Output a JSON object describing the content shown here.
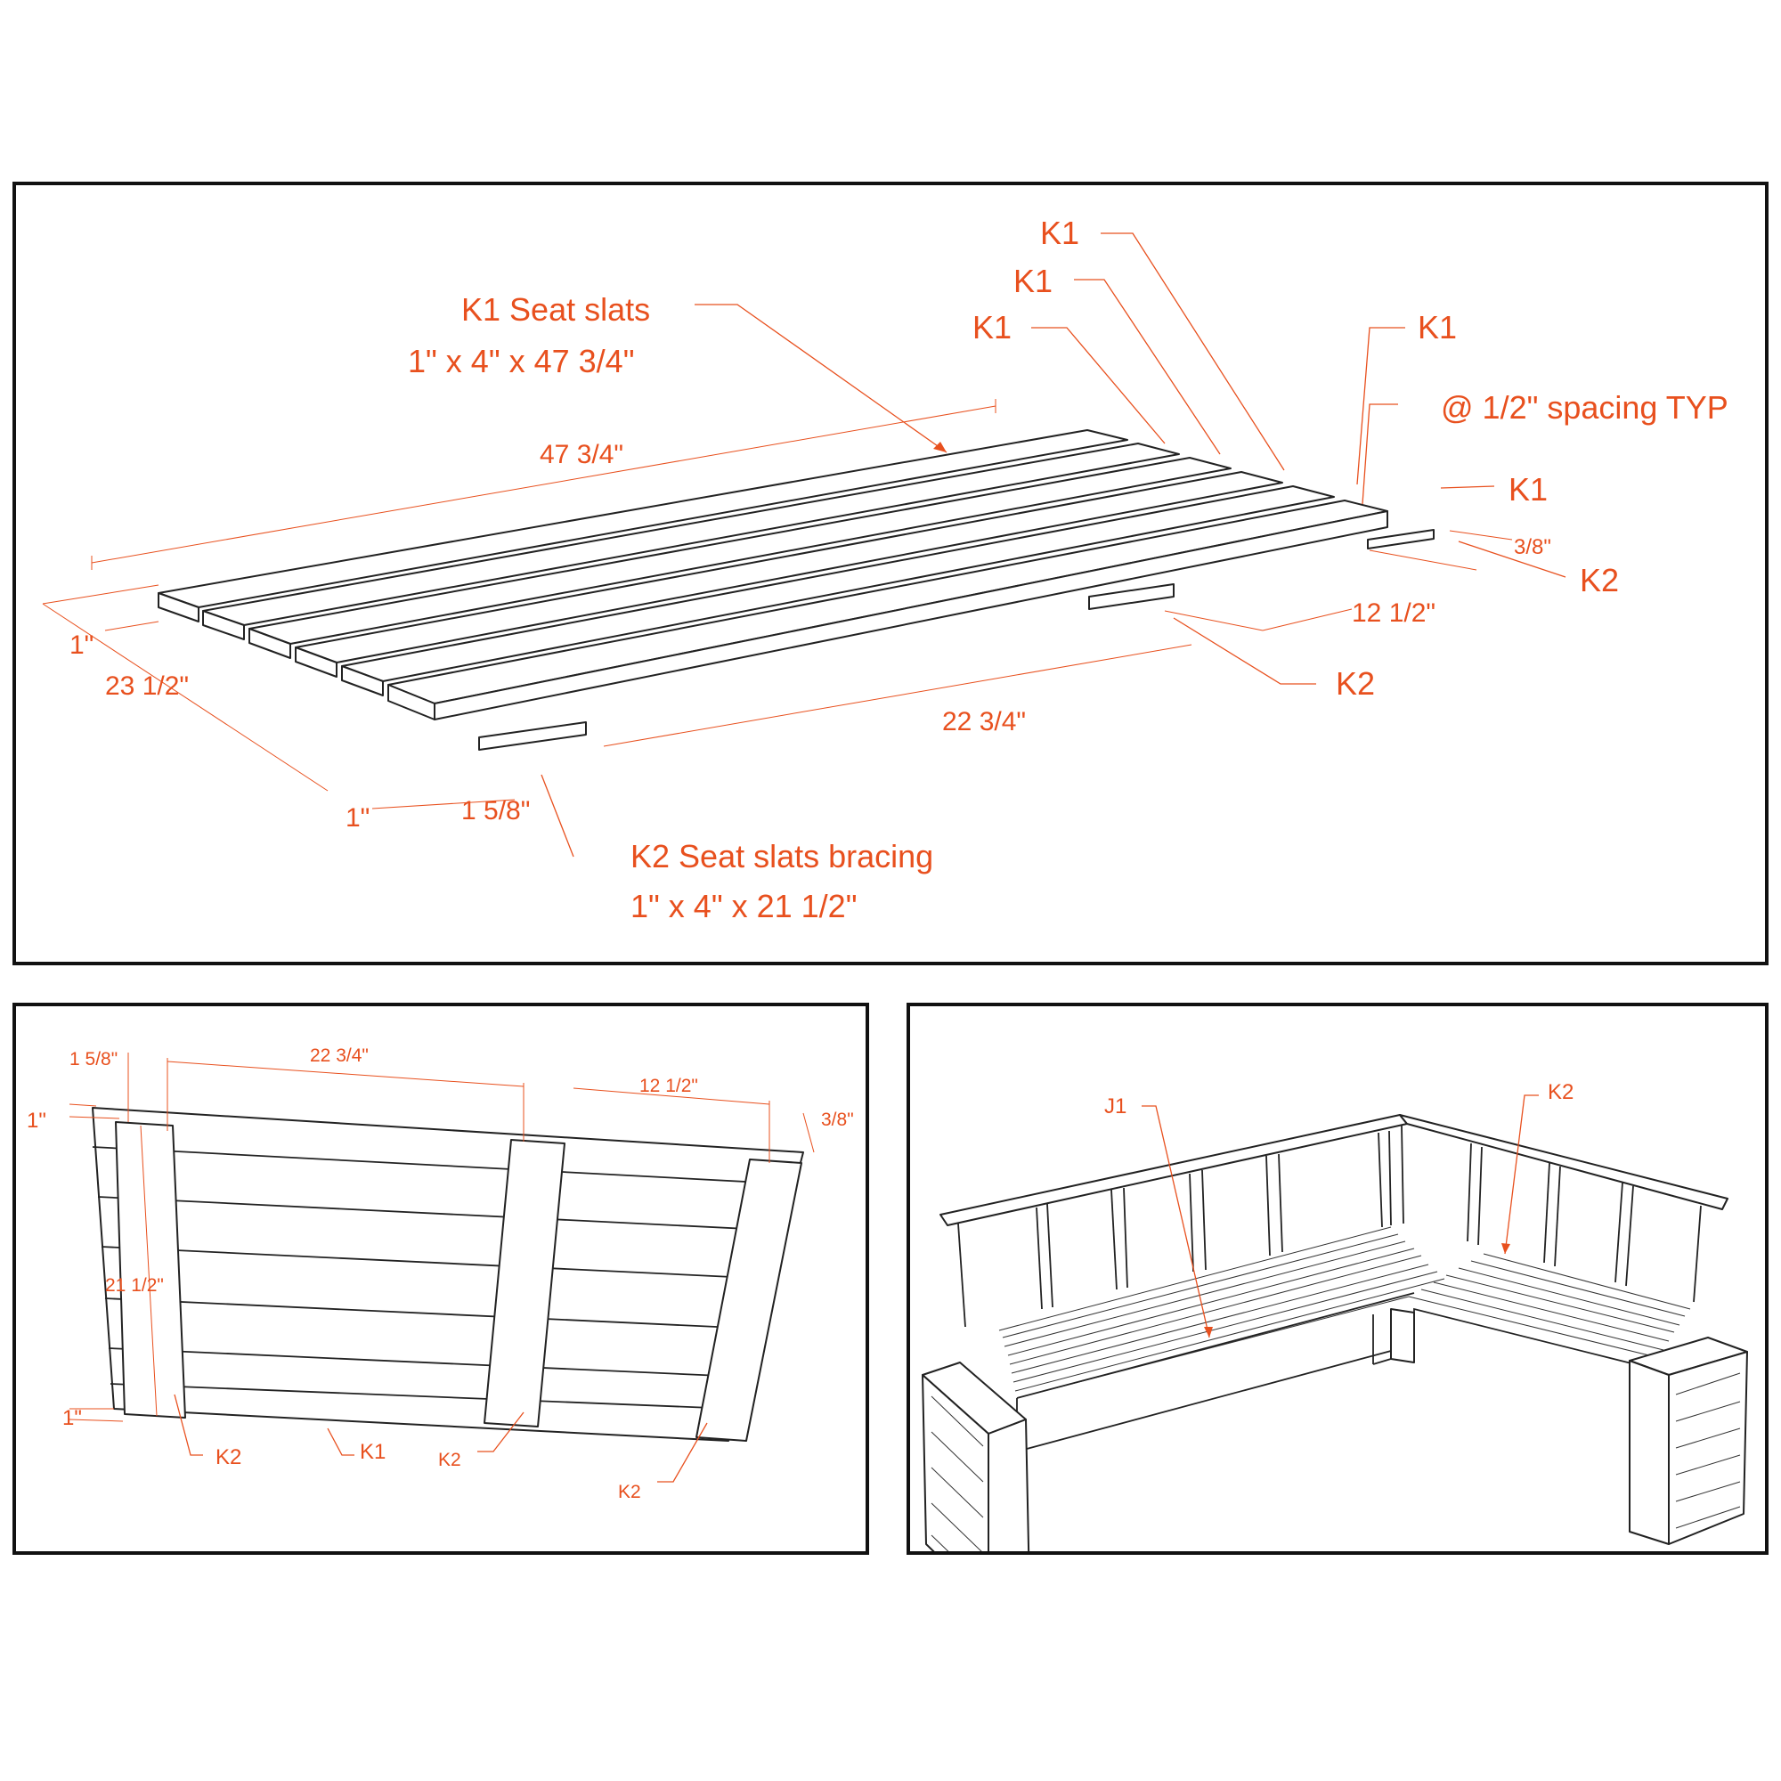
{
  "top_panel": {
    "labels": {
      "k1_seat_slats_title": "K1 Seat slats",
      "k1_seat_slats_size": "1\" x 4\" x 47 3/4\"",
      "k1_a": "K1",
      "k1_b": "K1",
      "k1_c": "K1",
      "k1_d": "K1",
      "k1_e": "K1",
      "spacing_note": "@ 1/2\" spacing TYP",
      "k2_right": "K2",
      "k2_middle": "K2",
      "k2_bracing_title": "K2 Seat slats bracing",
      "k2_bracing_size": "1\" x 4\" x 21 1/2\""
    },
    "dimensions": {
      "length": "47 3/4\"",
      "depth": "23 1/2\"",
      "left_end_offset": "1\"",
      "front_offset": "1\"",
      "brace_offset": "1 5/8\"",
      "brace_spacing": "22 3/4\"",
      "right_spacing": "12 1/2\"",
      "right_end_offset": "3/8\""
    }
  },
  "bottom_left_panel": {
    "dimensions": {
      "brace_offset": "1 5/8\"",
      "brace_spacing": "22 3/4\"",
      "right_spacing": "12 1/2\"",
      "right_end_offset": "3/8\"",
      "top_offset": "1\"",
      "brace_length": "21 1/2\"",
      "bottom_offset": "1\""
    },
    "labels": {
      "k2_left": "K2",
      "k1": "K1",
      "k2_middle": "K2",
      "k2_right": "K2"
    }
  },
  "bottom_right_panel": {
    "labels": {
      "j1": "J1",
      "k2": "K2"
    }
  },
  "colors": {
    "annotation": "#e8501e",
    "linework": "#222222",
    "border": "#111111"
  }
}
